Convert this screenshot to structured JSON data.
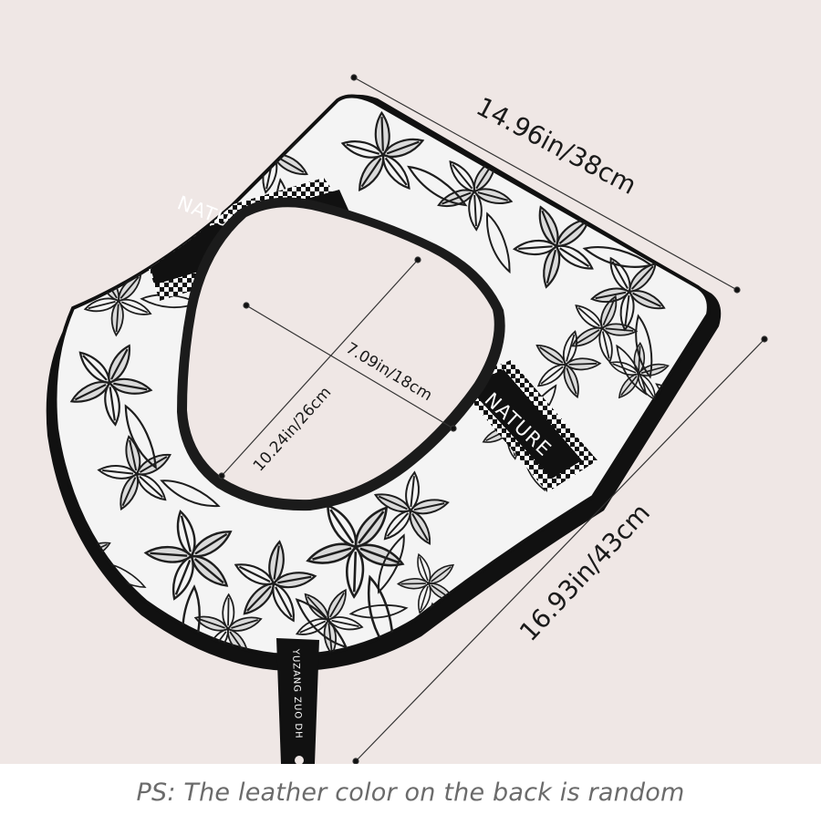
{
  "dimensions": {
    "width_label": "14.96in/38cm",
    "height_label": "16.93in/43cm",
    "opening_width_label": "7.09in/18cm",
    "opening_height_label": "10.24in/26cm"
  },
  "product": {
    "band_text_left": "NATURE",
    "band_text_right": "NATURE",
    "tag_text": "YUZANG ZUO DH"
  },
  "caption": "PS: The leather color on the back is random",
  "colors": {
    "background": "#efe7e5",
    "pad_fill": "#f4f4f4",
    "pad_trim": "#111111",
    "ink": "#1e1e1e"
  }
}
